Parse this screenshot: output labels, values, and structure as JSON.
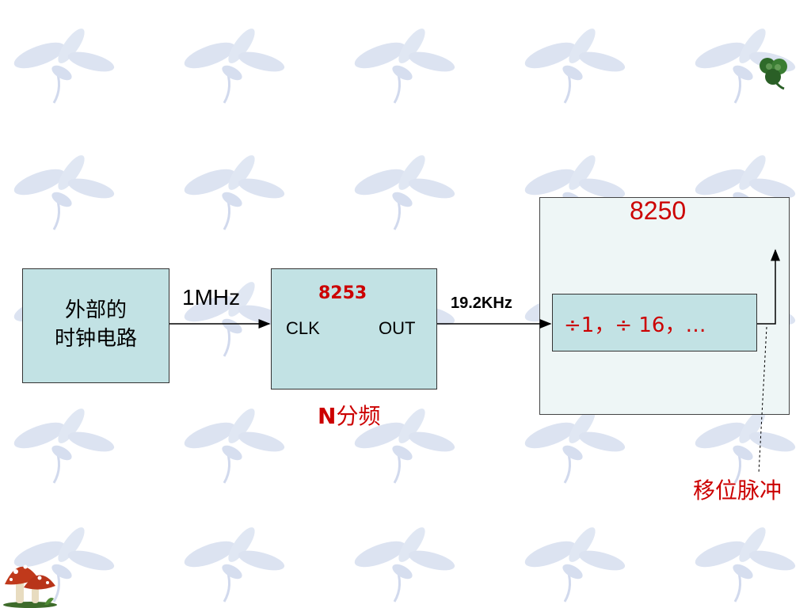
{
  "background": {
    "pattern_icon": "flower-watermark-icon",
    "pattern_color": "#c8d4ea"
  },
  "clock_block": {
    "line1": "外部的",
    "line2": "时钟电路"
  },
  "input_frequency": "1MHz",
  "timer_block": {
    "chip": "8253",
    "clk": "CLK",
    "out": "OUT"
  },
  "divide_note": {
    "prefix": "N",
    "text": "分频"
  },
  "output_frequency": "19.2KHz",
  "uart_block": {
    "chip": "8250"
  },
  "divider": {
    "text": "÷1，÷ 16，…"
  },
  "shift_pulse": "移位脉冲",
  "decorations": {
    "top_right_icon": "clover-icon",
    "bottom_left_icon": "mushroom-icon"
  },
  "colors": {
    "box_fill": "#c2e2e4",
    "accent_red": "#cc0000",
    "uart_fill": "#eef6f6"
  }
}
